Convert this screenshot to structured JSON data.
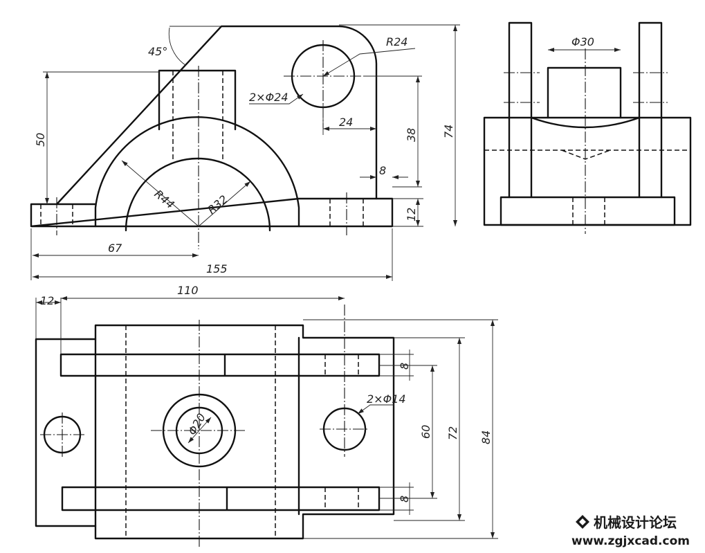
{
  "front_view": {
    "angle": "45°",
    "radius_hole_boss": "R24",
    "holes_upper": "2×Φ24",
    "offset_24": "24",
    "thickness_8": "8",
    "height_50": "50",
    "height_38": "38",
    "height_74": "74",
    "height_12": "12",
    "radius_outer": "R44",
    "radius_inner": "R32",
    "length_67": "67",
    "length_155": "155"
  },
  "side_view": {
    "bore_diameter": "Φ30"
  },
  "top_view": {
    "left_12": "12",
    "span_110": "110",
    "holes_base": "2×Φ14",
    "rib_8_top": "8",
    "rib_8_bottom": "8",
    "width_60": "60",
    "width_72": "72",
    "width_84": "84",
    "center_hole": "Φ20"
  },
  "watermark": {
    "title": "机械设计论坛",
    "url": "www.zgjxcad.com"
  }
}
